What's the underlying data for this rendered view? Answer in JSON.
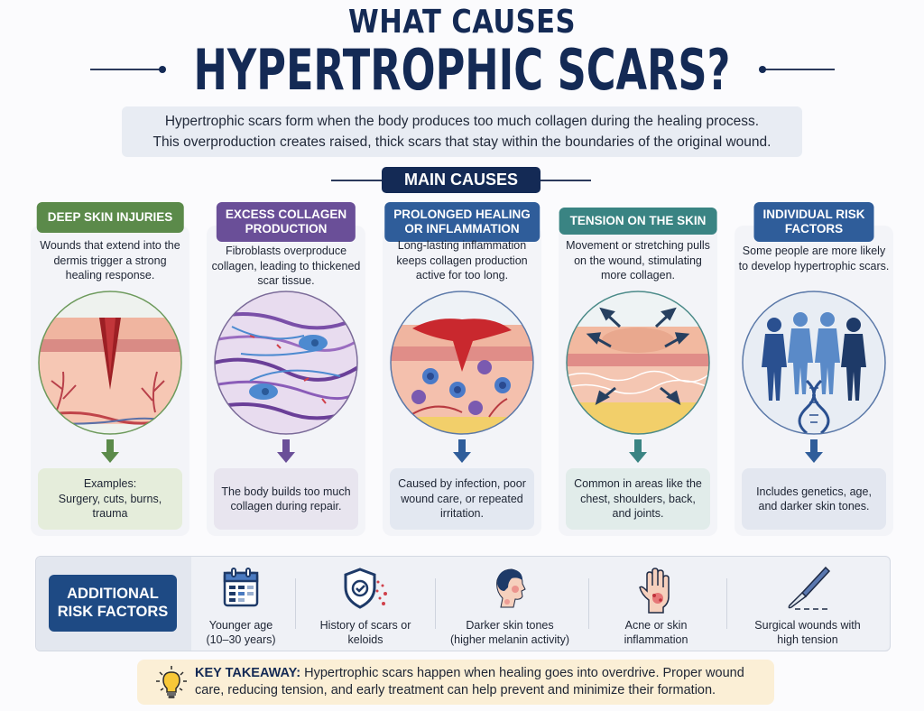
{
  "header": {
    "title_line1": "WHAT CAUSES",
    "title_line2": "HYPERTROPHIC SCARS?",
    "intro_line1": "Hypertrophic scars form when the body produces too much collagen during the healing process.",
    "intro_line2": "This overproduction creates raised, thick scars that stay within the boundaries of the original wound."
  },
  "main_causes": {
    "label": "MAIN CAUSES",
    "cards": [
      {
        "title": "DEEP SKIN INJURIES",
        "description": "Wounds that extend into the dermis trigger a strong healing response.",
        "illustration": "skin-wound-cross-section",
        "footer_line1": "Examples:",
        "footer_line2": "Surgery, cuts, burns, trauma",
        "color": "#5b8a4a",
        "footer_bg": "#e5eddb",
        "arrow_color": "#5b8a4a"
      },
      {
        "title_line1": "EXCESS COLLAGEN",
        "title_line2": "PRODUCTION",
        "description": "Fibroblasts overproduce collagen, leading to thickened scar tissue.",
        "illustration": "fibroblasts-collagen-fibers",
        "footer": "The body builds too much collagen during repair.",
        "color": "#6a4f98",
        "footer_bg": "#e8e5ef",
        "arrow_color": "#6a4f98"
      },
      {
        "title_line1": "PROLONGED HEALING",
        "title_line2": "OR INFLAMMATION",
        "description": "Long-lasting inflammation keeps collagen production active for too long.",
        "illustration": "inflamed-skin-immune-cells",
        "footer": "Caused by infection, poor wound care, or repeated irritation.",
        "color": "#2f5d9a",
        "footer_bg": "#e3e8f1",
        "arrow_color": "#2f5d9a"
      },
      {
        "title": "TENSION ON THE SKIN",
        "description": "Movement or stretching pulls on the wound, stimulating more collagen.",
        "illustration": "stretched-skin-arrows",
        "footer": "Common in areas like the chest, shoulders, back, and joints.",
        "color": "#3a8483",
        "footer_bg": "#e1ecea",
        "arrow_color": "#3a8483"
      },
      {
        "title_line1": "INDIVIDUAL RISK",
        "title_line2": "FACTORS",
        "description": "Some people are more likely to develop hypertrophic scars.",
        "illustration": "people-silhouettes-dna",
        "footer": "Includes genetics, age, and darker skin tones.",
        "color": "#2f5d9a",
        "footer_bg": "#e3e7f0",
        "arrow_color": "#2f5d9a"
      }
    ]
  },
  "additional_risk_factors": {
    "title_line1": "ADDITIONAL",
    "title_line2": "RISK FACTORS",
    "items": [
      {
        "icon": "calendar-icon",
        "line1": "Younger age",
        "line2": "(10–30 years)"
      },
      {
        "icon": "shield-check-icon",
        "line1": "History of scars or",
        "line2": "keloids"
      },
      {
        "icon": "face-profile-icon",
        "line1": "Darker skin tones",
        "line2": "(higher melanin activity)"
      },
      {
        "icon": "inflamed-hand-icon",
        "line1": "Acne or skin",
        "line2": "inflammation"
      },
      {
        "icon": "scalpel-icon",
        "line1": "Surgical wounds with",
        "line2": "high tension"
      }
    ]
  },
  "takeaway": {
    "icon": "lightbulb-icon",
    "label": "KEY TAKEAWAY:",
    "text": " Hypertrophic scars happen when healing goes into overdrive. Proper wound care, reducing tension, and early treatment can help prevent and minimize their formation."
  },
  "colors": {
    "navy": "#142a55",
    "green": "#5b8a4a",
    "purple": "#6a4f98",
    "blue": "#2f5d9a",
    "teal": "#3a8483",
    "takeaway_bg": "#fbefd6"
  }
}
